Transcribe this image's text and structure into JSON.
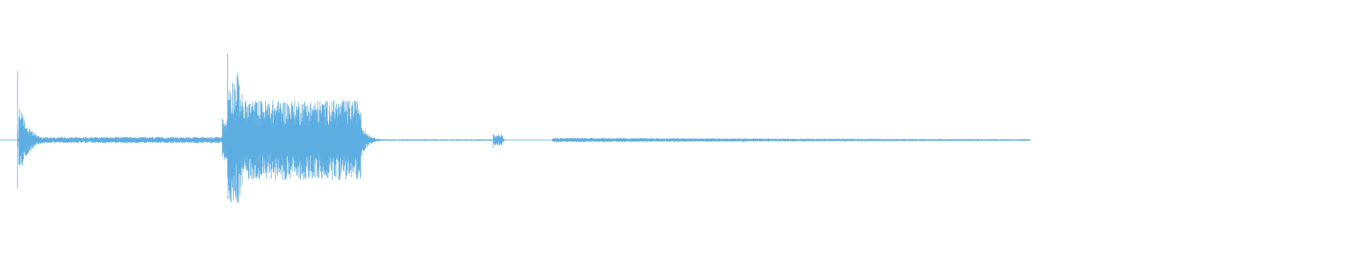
{
  "chart_data": {
    "type": "waveform",
    "title": "",
    "xlabel": "",
    "ylabel": "",
    "xlim": [
      0,
      1
    ],
    "ylim": [
      -1,
      1
    ],
    "grid": false,
    "legend": "none",
    "colors": {
      "waveform": "#5dade2",
      "background": "#ffffff"
    },
    "baseline_extent": [
      0.0,
      0.765
    ],
    "segments": [
      {
        "start": 0.013,
        "end": 0.016,
        "peak": 0.7,
        "decay": 0.05,
        "sustain": 0.0
      },
      {
        "start": 0.014,
        "end": 0.165,
        "peak": 0.33,
        "decay": 0.045,
        "sustain": 0.08
      },
      {
        "start": 0.165,
        "end": 0.172,
        "peak": 0.45,
        "decay": 0.05,
        "sustain": 0.4
      },
      {
        "start": 0.169,
        "end": 0.176,
        "peak": 0.88,
        "decay": 0.06,
        "sustain": 0.6
      },
      {
        "start": 0.176,
        "end": 0.268,
        "peak": 0.62,
        "decay": 0.09,
        "sustain": 0.55
      },
      {
        "start": 0.268,
        "end": 0.365,
        "peak": 0.16,
        "decay": 0.05,
        "sustain": 0.04
      },
      {
        "start": 0.366,
        "end": 0.372,
        "peak": 0.38,
        "decay": 0.02,
        "sustain": 0.12
      },
      {
        "start": 0.372,
        "end": 0.41,
        "peak": 0.08,
        "decay": 0.03,
        "sustain": 0.02
      },
      {
        "start": 0.41,
        "end": 0.765,
        "peak": 0.02,
        "decay": 1.0,
        "sustain": 0.02
      }
    ]
  }
}
